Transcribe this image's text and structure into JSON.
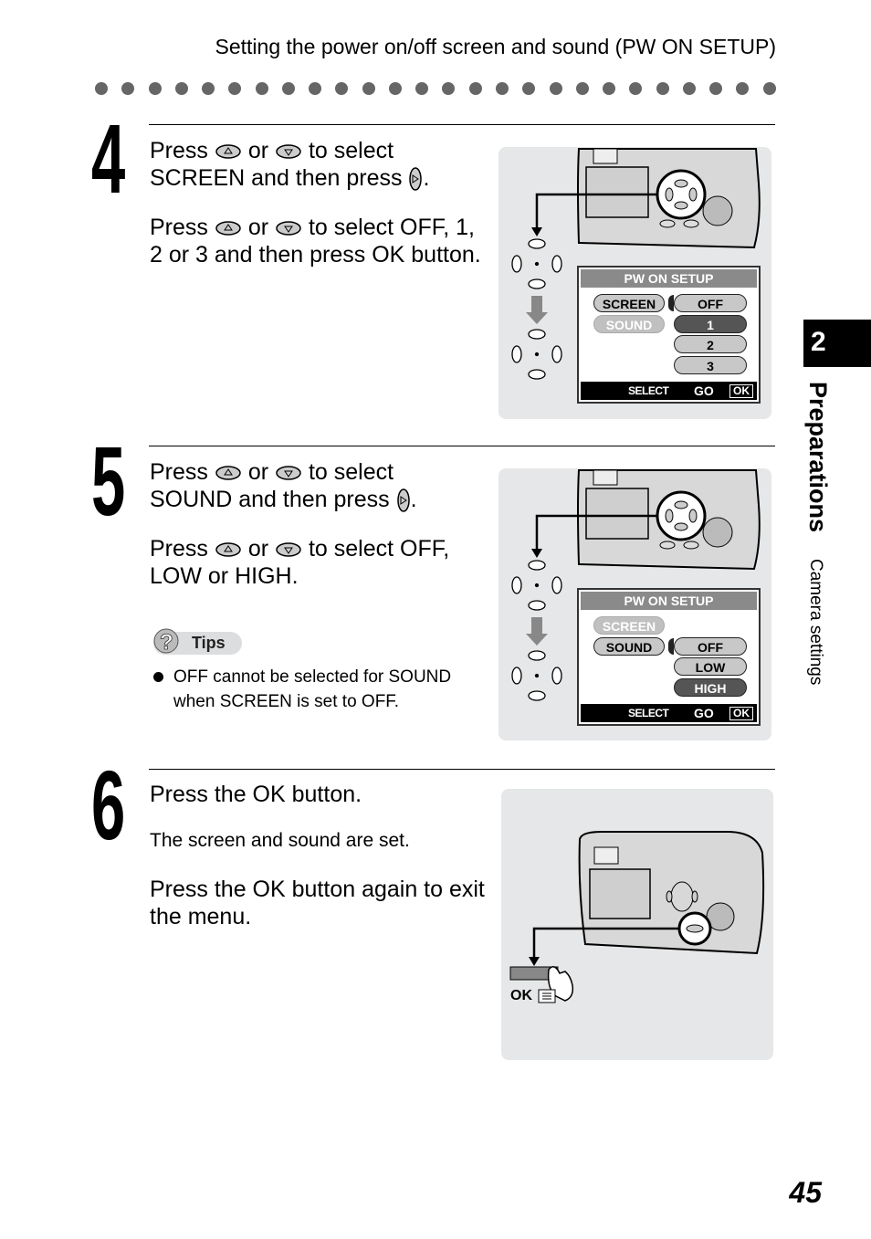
{
  "header": {
    "title": "Setting the power on/off screen and sound (PW ON SETUP)"
  },
  "steps": [
    {
      "number": "4",
      "p1": {
        "press": "Press",
        "or": "or",
        "rest": "to select",
        "line2": "SCREEN and then press",
        "end": "."
      },
      "p2": {
        "press": "Press",
        "or": "or",
        "rest": "to select OFF, 1,",
        "line2": "2 or 3 and then press OK button."
      }
    },
    {
      "number": "5",
      "p1": {
        "press": "Press",
        "or": "or",
        "rest": "to select",
        "line2": "SOUND and then press",
        "end": "."
      },
      "p2": {
        "press": "Press",
        "or": "or",
        "rest": "to select OFF,",
        "line2": "LOW or HIGH."
      }
    },
    {
      "number": "6",
      "p1": "Press the OK button.",
      "p2": "The screen and sound are set.",
      "p3a": "Press the OK button again to exit",
      "p3b": "the menu."
    }
  ],
  "tips": {
    "label": "Tips",
    "line1": "OFF cannot be selected for SOUND",
    "line2": "when SCREEN is set to OFF."
  },
  "lcd1": {
    "title": "PW ON SETUP",
    "left": [
      "SCREEN",
      "SOUND"
    ],
    "right": [
      "OFF",
      "1",
      "2",
      "3"
    ],
    "footer": {
      "select": "SELECT",
      "go": "GO",
      "ok": "OK"
    }
  },
  "lcd2": {
    "title": "PW ON SETUP",
    "left": [
      "SCREEN",
      "SOUND"
    ],
    "right": [
      "OFF",
      "LOW",
      "HIGH"
    ],
    "footer": {
      "select": "SELECT",
      "go": "GO",
      "ok": "OK"
    }
  },
  "ok_button_label": "OK",
  "side_tab": {
    "number": "2",
    "section": "Preparations",
    "subsection": "Camera settings"
  },
  "page_number": "45"
}
